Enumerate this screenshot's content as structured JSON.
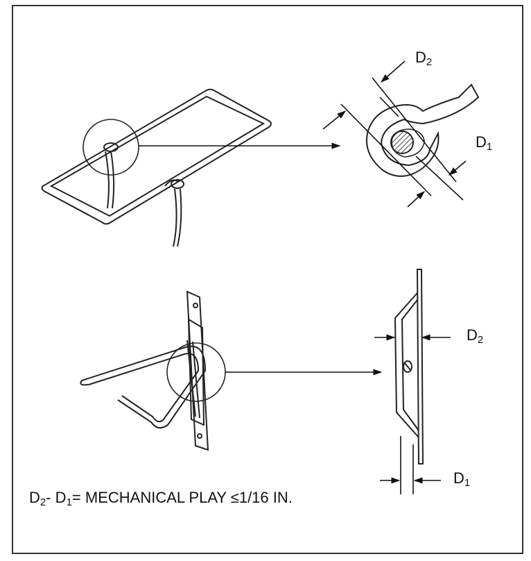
{
  "labels": {
    "top_d2": "D",
    "top_d2_sub": "2",
    "top_d1": "D",
    "top_d1_sub": "1",
    "side_d2": "D",
    "side_d2_sub": "2",
    "side_d1": "D",
    "side_d1_sub": "1"
  },
  "note": {
    "part1": "D",
    "part1_sub": "2",
    "part2": "- D",
    "part2_sub": "1",
    "part3": "= MECHANICAL PLAY ",
    "part4": "≤",
    "part5": "1/16 IN."
  }
}
